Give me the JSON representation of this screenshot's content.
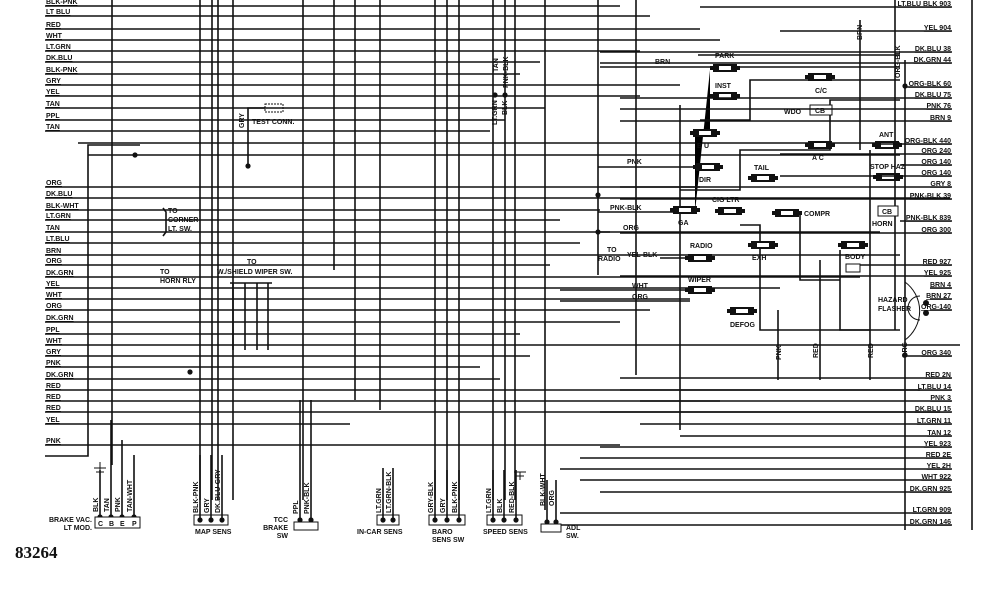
{
  "figure_number": "83264",
  "left_wires_top": [
    "BLK-PNK",
    "LT BLU",
    "RED",
    "WHT",
    "LT.GRN",
    "DK.BLU",
    "BLK-PNK",
    "GRY",
    "YEL",
    "TAN",
    "PPL",
    "TAN"
  ],
  "left_wires_lower": [
    "ORG",
    "DK.BLU",
    "BLK-WHT",
    "LT.GRN",
    "TAN",
    "LT.BLU",
    "BRN",
    "ORG",
    "DK.GRN",
    "YEL",
    "WHT",
    "ORG",
    "DK.GRN",
    "PPL",
    "WHT",
    "GRY",
    "PNK",
    "DK.GRN",
    "RED",
    "RED",
    "RED",
    "YEL",
    "PNK"
  ],
  "right_wires": [
    "LT.BLU BLK 903",
    "YEL 904",
    "DK.BLU 38",
    "DK.GRN 44",
    "ORG-BLK 60",
    "DK.BLU 75",
    "PNK 76",
    "BRN 9",
    "ORG-BLK 440",
    "ORG 240",
    "ORG 140",
    "ORG 140",
    "GRY 8",
    "PNK-BLK 39",
    "PNK-BLK 839",
    "ORG 300",
    "RED 927",
    "YEL 925",
    "BRN 4",
    "BRN 27",
    "ORG-140",
    "ORG 340",
    "RED 2N",
    "LT.BLU 14",
    "PNK 3",
    "DK.BLU 15",
    "LT.GRN 11",
    "TAN 12",
    "YEL 923",
    "RED 2E",
    "YEL 2H",
    "WHT 922",
    "DK.GRN 925",
    "LT.GRN 909",
    "DK.GRN 146"
  ],
  "fuses": [
    "PARK",
    "INST",
    "B U",
    "DIR",
    "GA",
    "CIG LTR",
    "TAIL",
    "EXH",
    "COMPR",
    "RADIO",
    "WIPER",
    "DEFOG",
    "C/C",
    "A C",
    "ANT",
    "STOP HAZ",
    "BODY"
  ],
  "circuit_breakers": [
    {
      "prefix": "WDO",
      "label": "CB"
    },
    {
      "label": "CB",
      "suffix": "HORN"
    }
  ],
  "notes": {
    "corner": [
      "TO",
      "CORNER",
      "LT. SW."
    ],
    "horn": [
      "TO",
      "HORN RLY"
    ],
    "wiper_sw": [
      "TO",
      "W./SHIELD WIPER SW."
    ],
    "radio": [
      "TO",
      "RADIO"
    ],
    "radio_wire": "YEL-BLK",
    "test_conn": "TEST CONN.",
    "hazard": [
      "HAZARD",
      "FLASHER"
    ]
  },
  "inline_labels": {
    "brn_top": "BRN",
    "pnk_mid": "PNK",
    "pnk_blk_mid": "PNK-BLK",
    "org_mid": "ORG",
    "wht_mid": "WHT",
    "org_mid2": "ORG"
  },
  "vertical_labels": [
    "GRY",
    "TAN",
    "PNK-BLK",
    "LT.GRN",
    "BLK",
    "BRN",
    "ORG-BLK",
    "PNK",
    "RED",
    "RED",
    "ORG"
  ],
  "connectors": [
    {
      "name": [
        "BRAKE VAC.",
        "LT MOD."
      ],
      "wires": [
        "BLK",
        "TAN",
        "PNK",
        "TAN-WHT"
      ],
      "pins": [
        "C",
        "B",
        "E",
        "P"
      ]
    },
    {
      "name": [
        "MAP SENS"
      ],
      "wires": [
        "BLK-PNK",
        "GRY",
        "DK.BLU-GRY"
      ],
      "pins": []
    },
    {
      "name": [
        "TCC",
        "BRAKE",
        "SW"
      ],
      "wires": [
        "PPL",
        "PNK-BLK"
      ],
      "pins": []
    },
    {
      "name": [
        "IN-CAR SENS"
      ],
      "wires": [
        "LT.GRN",
        "LT.GRN-BLK"
      ],
      "pins": []
    },
    {
      "name": [
        "BARO",
        "SENS SW"
      ],
      "wires": [
        "GRY-BLK",
        "GRY",
        "BLK-PNK"
      ],
      "pins": []
    },
    {
      "name": [
        "SPEED SENS"
      ],
      "wires": [
        "LT.GRN",
        "BLK",
        "RED-BLK"
      ],
      "pins": []
    },
    {
      "name": [
        "ADL",
        "SW."
      ],
      "wires": [
        "BLK-WHT",
        "ORG"
      ],
      "pins": []
    }
  ]
}
